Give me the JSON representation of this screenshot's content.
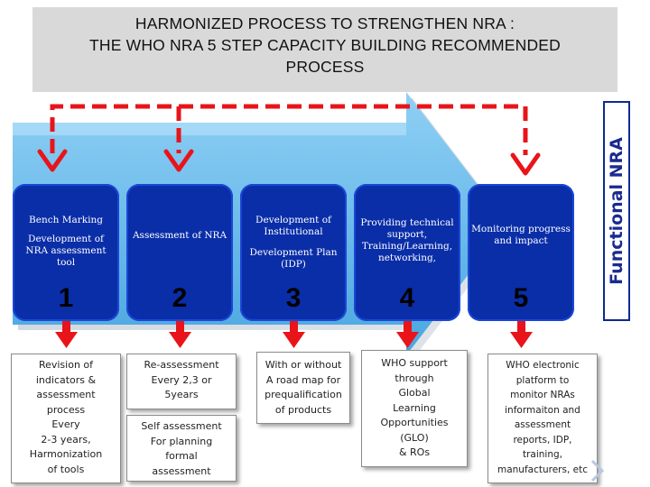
{
  "title": {
    "lines": [
      "HARMONIZED PROCESS TO STRENGTHEN NRA :",
      "THE WHO NRA 5 STEP CAPACITY BUILDING RECOMMENDED",
      "PROCESS"
    ]
  },
  "side_label": "Functional NRA",
  "colors": {
    "step_fill": "#0a2ea8",
    "arrow_fill": "#6fb9e8",
    "arrow_red": "#e8141a",
    "title_bg": "#d9d9d9",
    "side_border": "#0d2a8f"
  },
  "steps": [
    {
      "number": "1",
      "text": [
        "Bench Marking",
        "Development of NRA assessment tool"
      ]
    },
    {
      "number": "2",
      "text": [
        "Assessment of NRA"
      ]
    },
    {
      "number": "3",
      "text": [
        "Development  of Institutional",
        "Development Plan (IDP)"
      ]
    },
    {
      "number": "4",
      "text": [
        "Providing technical support, Training/Learning, networking,"
      ]
    },
    {
      "number": "5",
      "text": [
        "Monitoring progress and impact"
      ]
    }
  ],
  "details": [
    {
      "groups": [
        [
          "Revision of",
          "indicators &",
          "assessment",
          "process",
          "Every",
          "2-3 years,",
          "Harmonization",
          "of tools"
        ]
      ]
    },
    {
      "groups": [
        [
          "Re-assessment",
          "Every 2,3 or",
          "5years"
        ],
        [
          "Self assessment",
          "For planning",
          "formal",
          "assessment"
        ]
      ]
    },
    {
      "groups": [
        [
          "With or without",
          "A road map for",
          "prequalification",
          "of products"
        ]
      ]
    },
    {
      "groups": [
        [
          "WHO support",
          "through",
          "Global",
          "Learning",
          "Opportunities",
          "(GLO)",
          "& ROs"
        ]
      ]
    },
    {
      "groups": [
        [
          "WHO electronic",
          "platform to",
          "monitor NRAs",
          "informaiton and",
          "assessment",
          "reports, IDP,",
          "training,",
          "manufacturers, etc"
        ]
      ]
    }
  ]
}
